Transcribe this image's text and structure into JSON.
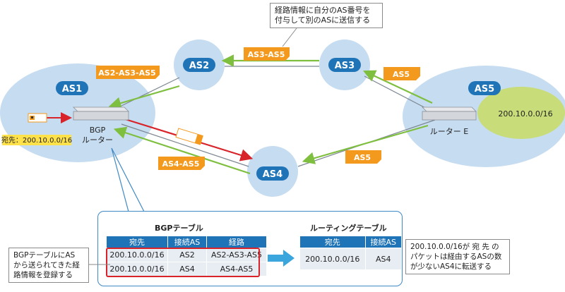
{
  "nodes": {
    "as1": "AS1",
    "as2": "AS2",
    "as3": "AS3",
    "as4": "AS4",
    "as5": "AS5"
  },
  "routers": {
    "bgp_line1": "BGP",
    "bgp_line2": "ルーター",
    "router_e": "ルーター E"
  },
  "network": "200.10.0.0/16",
  "destination_label": "宛先：200.10.0.0/16",
  "path_tags": {
    "to_as1_via_as2": "AS2-AS3-AS5",
    "to_as2": "AS3-AS5",
    "to_as3": "AS5",
    "to_as4": "AS5",
    "to_as1_via_as4": "AS4-AS5"
  },
  "notes": {
    "top": [
      "経路情報に自分のAS番号を",
      "付与して別のASに送信する"
    ],
    "left": [
      "BGPテーブルにAS",
      "から送られてきた経",
      "路情報を登録する"
    ],
    "right": [
      "200.10.0.0/16が 宛 先 の",
      "パケットは経由するASの数",
      "が少ないAS4に転送する"
    ]
  },
  "bgp_table": {
    "title": "BGPテーブル",
    "headers": [
      "宛先",
      "接続AS",
      "経路"
    ],
    "rows": [
      [
        "200.10.0.0/16",
        "AS2",
        "AS2-AS3-AS5"
      ],
      [
        "200.10.0.0/16",
        "AS4",
        "AS4-AS5"
      ]
    ]
  },
  "routing_table": {
    "title": "ルーティングテーブル",
    "headers": [
      "宛先",
      "接続AS"
    ],
    "rows": [
      [
        "200.10.0.0/16",
        "AS4"
      ]
    ]
  },
  "colors": {
    "as_fill": "#c6dcf0",
    "as_label": "#1f73b7",
    "tag": "#f39a1e",
    "green_arrow": "#7fbf3f",
    "red_arrow": "#d8232a",
    "as5_network": "#c8dc7a",
    "dest_label_bg": "#ffe14a"
  }
}
